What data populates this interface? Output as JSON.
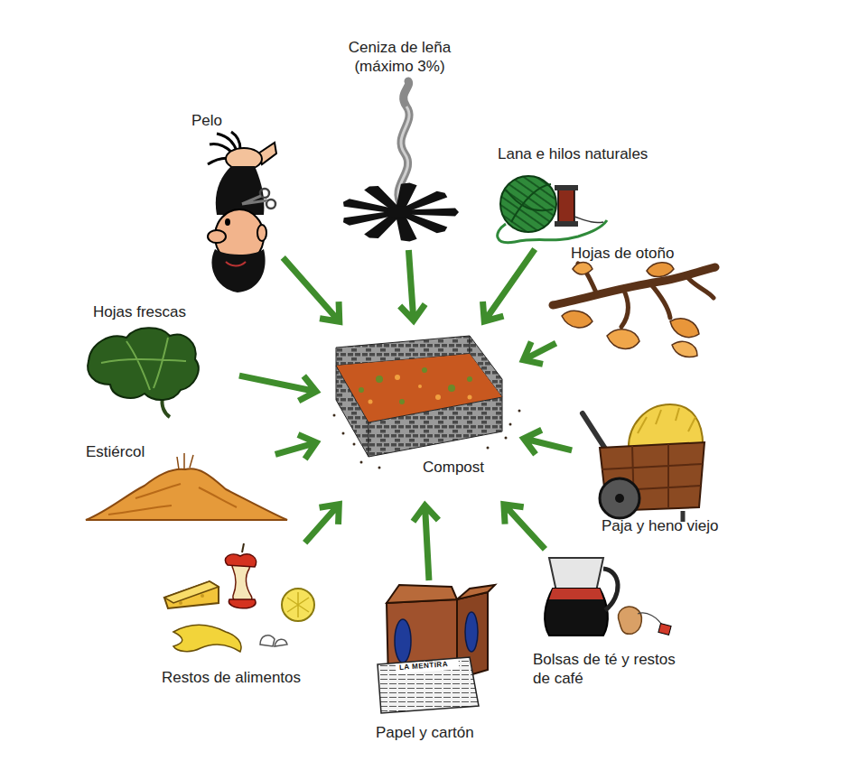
{
  "diagram": {
    "nodes": [
      {
        "text": [
          "Ceniza de leña (máximo 3%)"
        ]
      },
      {
        "text": [
          "Pelo"
        ]
      },
      {
        "text": [
          "Lana e hilos naturales"
        ]
      },
      {
        "text": [
          "Hojas de otoño"
        ]
      },
      {
        "text": [
          "Hojas frescas"
        ]
      },
      {
        "text": [
          "Compost"
        ]
      },
      {
        "text": [
          "Estiércol"
        ]
      },
      {
        "text": [
          "Paja y heno viejo"
        ]
      },
      {
        "text": [
          "Restos de alimentos"
        ]
      },
      {
        "text": [
          "Bolsas de té y restos de café"
        ]
      },
      {
        "text": [
          "Papel y cartón"
        ]
      }
    ],
    "edges": [
      {
        "from": 0,
        "to": 5,
        "arrow": "to"
      },
      {
        "from": 1,
        "to": 5,
        "arrow": "to"
      },
      {
        "from": 2,
        "to": 5,
        "arrow": "to"
      },
      {
        "from": 3,
        "to": 5,
        "arrow": "to"
      },
      {
        "from": 4,
        "to": 5,
        "arrow": "to"
      },
      {
        "from": 6,
        "to": 5,
        "arrow": "to"
      },
      {
        "from": 7,
        "to": 5,
        "arrow": "to"
      },
      {
        "from": 8,
        "to": 5,
        "arrow": "to"
      },
      {
        "from": 9,
        "to": 5,
        "arrow": "to"
      },
      {
        "from": 10,
        "to": 5,
        "arrow": "to"
      }
    ],
    "labels": [
      "LA MENTIRA"
    ]
  }
}
